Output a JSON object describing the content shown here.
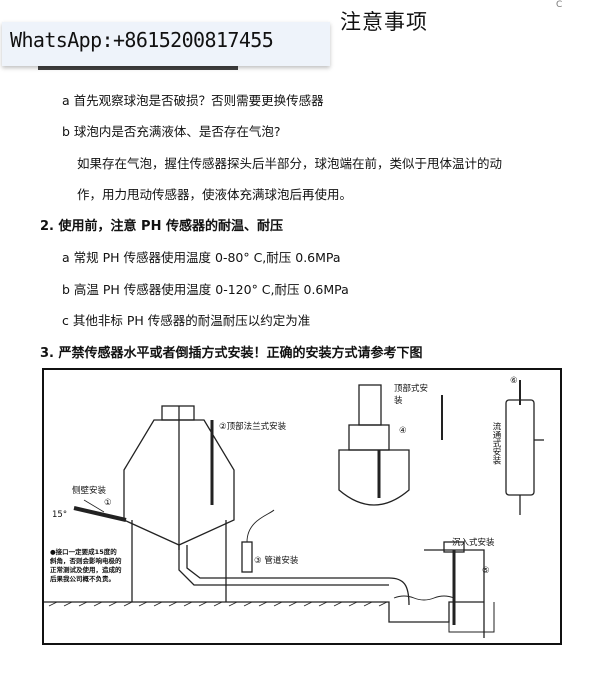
{
  "header": {
    "title": "注意事项",
    "watermark": "WhatsApp:+8615200817455",
    "corner_mark": "C"
  },
  "section1": {
    "a": "a 首先观察球泡是否破损？否则需要更换传感器",
    "b": "b 球泡内是否充满液体、是否存在气泡?",
    "p1": "如果存在气泡，握住传感器探头后半部分，球泡端在前，类似于甩体温计的动",
    "p2": "作，用力甩动传感器，使液体充满球泡后再使用。"
  },
  "section2": {
    "heading": "2. 使用前，注意 PH 传感器的耐温、耐压",
    "a": "a 常规 PH 传感器使用温度 0-80° C,耐压 0.6MPa",
    "b": "b 高温 PH 传感器使用温度 0-120° C,耐压 0.6MPa",
    "c": "c 其他非标 PH 传感器的耐温耐压以约定为准"
  },
  "section3": {
    "heading": "3. 严禁传感器水平或者倒插方式安装！正确的安装方式请参考下图"
  },
  "diagram": {
    "side_install": "侧壁安装",
    "n1": "①",
    "angle": "15°",
    "flange_install": "②顶部法兰式安装",
    "top_install": "顶部式安装",
    "n4": "④",
    "n6": "⑥",
    "flow_install": "流通式安装",
    "pipe_install": "③ 管道安装",
    "immersion_install": "沉入式安装",
    "n5": "⑤",
    "note": "●接口一定要成15度的斜角，否则会影响电极的正常测试及使用，造成的后果我公司概不负责。"
  }
}
